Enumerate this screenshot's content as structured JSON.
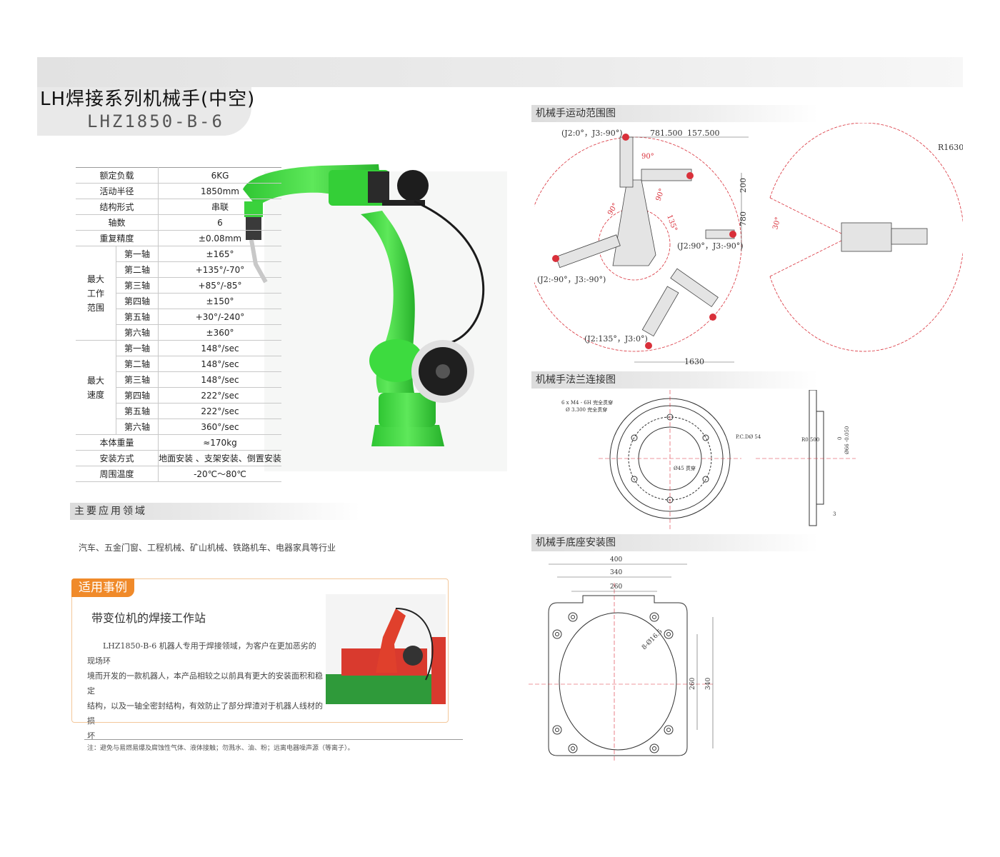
{
  "header": {
    "title": "LH焊接系列机械手(中空)",
    "model": "LHZ1850-B-6"
  },
  "specs": {
    "rows_simple_top": [
      {
        "label": "额定负载",
        "value": "6KG"
      },
      {
        "label": "活动半径",
        "value": "1850mm"
      },
      {
        "label": "结构形式",
        "value": "串联"
      },
      {
        "label": "轴数",
        "value": "6"
      },
      {
        "label": "重复精度",
        "value": "±0.08mm"
      }
    ],
    "work_range": {
      "group_label": [
        "最大",
        "工作",
        "范围"
      ],
      "rows": [
        {
          "axis": "第一轴",
          "value": "±165°"
        },
        {
          "axis": "第二轴",
          "value": "+135°/-70°"
        },
        {
          "axis": "第三轴",
          "value": "+85°/-85°"
        },
        {
          "axis": "第四轴",
          "value": "±150°"
        },
        {
          "axis": "第五轴",
          "value": "+30°/-240°"
        },
        {
          "axis": "第六轴",
          "value": "±360°"
        }
      ]
    },
    "max_speed": {
      "group_label": [
        "最大",
        "速度"
      ],
      "rows": [
        {
          "axis": "第一轴",
          "value": "148°/sec"
        },
        {
          "axis": "第二轴",
          "value": "148°/sec"
        },
        {
          "axis": "第三轴",
          "value": "148°/sec"
        },
        {
          "axis": "第四轴",
          "value": "222°/sec"
        },
        {
          "axis": "第五轴",
          "value": "222°/sec"
        },
        {
          "axis": "第六轴",
          "value": "360°/sec"
        }
      ]
    },
    "rows_simple_bottom": [
      {
        "label": "本体重量",
        "value": "≈170kg"
      },
      {
        "label": "安装方式",
        "value": "地面安装 、支架安装、倒置安装"
      },
      {
        "label": "周围温度",
        "value": "-20℃～80℃"
      }
    ]
  },
  "applications": {
    "heading": "主要应用领域",
    "text": "汽车、五金门窗、工程机械、矿山机械、铁路机车、电器家具等行业"
  },
  "case": {
    "tag": "适用事例",
    "title": "带变位机的焊接工作站",
    "body_lines": [
      "LHZ1850-B-6 机器人专用于焊接领域，为客户在更加恶劣的现场环",
      "境而开发的一款机器人，本产品相较之以前具有更大的安装面积和稳定",
      "结构，以及一轴全密封结构，有效防止了部分焊渣对于机器人线材的损",
      "坏"
    ]
  },
  "note": "注：避免与易燃易爆及腐蚀性气体、液体接触；勿溅水、油、粉；远离电器噪声源（等离子）。",
  "motion_diagram": {
    "heading": "机械手运动范围图",
    "labels": {
      "p1": "(J2:0°，J3:-90°)",
      "p2": "(J2:90°，J3:-90°)",
      "p3": "(J2:-90°，J3:-90°)",
      "p4": "(J2:135°，J3:0°)",
      "dim1": "781.500",
      "dim2": "157.500",
      "dim200": "200",
      "dim780": "780",
      "dim1630": "1630",
      "a90a": "90°",
      "a90b": "90°",
      "a90c": "90°",
      "a135": "135°",
      "r1630": "R1630",
      "a30": "30°"
    }
  },
  "flange_diagram": {
    "heading": "机械手法兰连接图",
    "labels": {
      "hole_a": "6 x  M4 - 6H 完全贯穿",
      "hole_b": "Ø 3.300 完全贯穿",
      "pcd": "P.C.DØ 54",
      "d45": "Ø45 贯穿",
      "r05": "R0.500",
      "dia": "Ø66 -0.050",
      "zero": "0",
      "three": "3"
    }
  },
  "base_diagram": {
    "heading": "机械手底座安装图",
    "labels": {
      "w400": "400",
      "w340": "340",
      "w260": "260",
      "h260": "260",
      "h340": "340",
      "holes": "8-Ø16.5"
    }
  },
  "colors": {
    "robot_green": "#39d23a",
    "accent_orange": "#f08a2a",
    "drawing_red": "#d9303a"
  }
}
